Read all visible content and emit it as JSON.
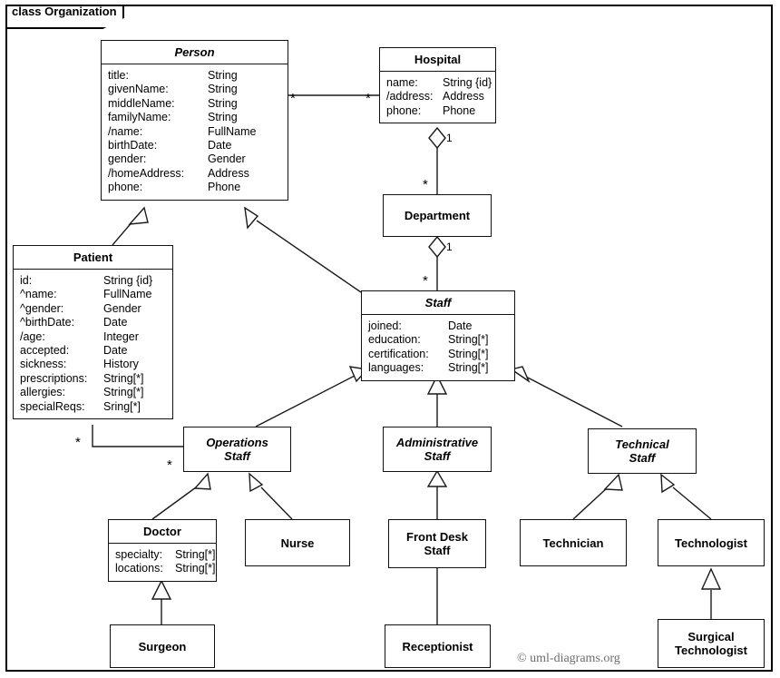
{
  "frame": {
    "label": "class Organization"
  },
  "watermark": "© uml-diagrams.org",
  "classes": {
    "person": {
      "name": "Person",
      "attrs": [
        {
          "name": "title:",
          "type": "String"
        },
        {
          "name": "givenName:",
          "type": "String"
        },
        {
          "name": "middleName:",
          "type": "String"
        },
        {
          "name": "familyName:",
          "type": "String"
        },
        {
          "name": "/name:",
          "type": "FullName"
        },
        {
          "name": "birthDate:",
          "type": "Date"
        },
        {
          "name": "gender:",
          "type": "Gender"
        },
        {
          "name": "/homeAddress:",
          "type": "Address"
        },
        {
          "name": "phone:",
          "type": "Phone"
        }
      ]
    },
    "hospital": {
      "name": "Hospital",
      "attrs": [
        {
          "name": "name:",
          "type": "String {id}"
        },
        {
          "name": "/address:",
          "type": "Address"
        },
        {
          "name": "phone:",
          "type": "Phone"
        }
      ]
    },
    "department": {
      "name": "Department"
    },
    "patient": {
      "name": "Patient",
      "attrs": [
        {
          "name": "id:",
          "type": "String {id}"
        },
        {
          "name": "^name:",
          "type": "FullName"
        },
        {
          "name": "^gender:",
          "type": "Gender"
        },
        {
          "name": "^birthDate:",
          "type": "Date"
        },
        {
          "name": "/age:",
          "type": "Integer"
        },
        {
          "name": "accepted:",
          "type": "Date"
        },
        {
          "name": "sickness:",
          "type": "History"
        },
        {
          "name": "prescriptions:",
          "type": "String[*]"
        },
        {
          "name": "allergies:",
          "type": "String[*]"
        },
        {
          "name": "specialReqs:",
          "type": "Sring[*]"
        }
      ]
    },
    "staff": {
      "name": "Staff",
      "attrs": [
        {
          "name": "joined:",
          "type": "Date"
        },
        {
          "name": "education:",
          "type": "String[*]"
        },
        {
          "name": "certification:",
          "type": "String[*]"
        },
        {
          "name": "languages:",
          "type": "String[*]"
        }
      ]
    },
    "operations_staff": {
      "name": "Operations\nStaff"
    },
    "administrative_staff": {
      "name": "Administrative\nStaff"
    },
    "technical_staff": {
      "name": "Technical\nStaff"
    },
    "doctor": {
      "name": "Doctor",
      "attrs": [
        {
          "name": "specialty:",
          "type": "String[*]"
        },
        {
          "name": "locations:",
          "type": "String[*]"
        }
      ]
    },
    "nurse": {
      "name": "Nurse"
    },
    "front_desk_staff": {
      "name": "Front Desk\nStaff"
    },
    "technician": {
      "name": "Technician"
    },
    "technologist": {
      "name": "Technologist"
    },
    "surgeon": {
      "name": "Surgeon"
    },
    "receptionist": {
      "name": "Receptionist"
    },
    "surgical_technologist": {
      "name": "Surgical\nTechnologist"
    }
  },
  "multiplicities": {
    "person_hospital_src": "*",
    "person_hospital_dst": "*",
    "hospital_department_one": "1",
    "hospital_department_many": "*",
    "department_staff_one": "1",
    "department_staff_many": "*",
    "patient_ops_src": "*",
    "patient_ops_dst": "*"
  }
}
